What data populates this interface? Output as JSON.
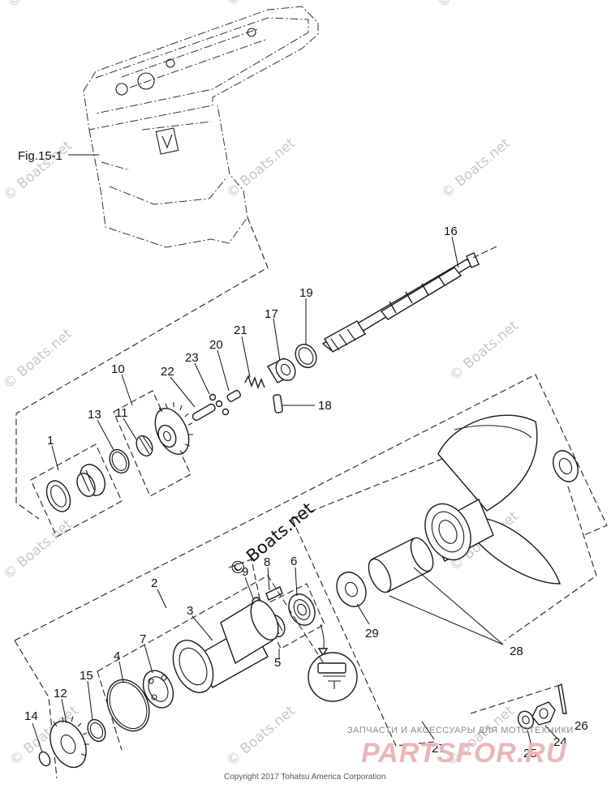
{
  "figure_ref": "Fig.15-1",
  "callouts": [
    "1",
    "2",
    "3",
    "4",
    "5",
    "6",
    "7",
    "8",
    "9",
    "10",
    "11",
    "12",
    "13",
    "14",
    "15",
    "16",
    "17",
    "18",
    "19",
    "20",
    "21",
    "22",
    "23",
    "24",
    "25",
    "26",
    "27",
    "28",
    "29"
  ],
  "watermark": "© Boats.net",
  "copyright": "Copyright 2017 Tohatsu America Corporation",
  "banner": {
    "subtitle": "ЗАПЧАСТИ И АКСЕССУАРЫ ДЛЯ МОТОТЕХНИКИ",
    "logo": "PARTSFOR.RU"
  }
}
